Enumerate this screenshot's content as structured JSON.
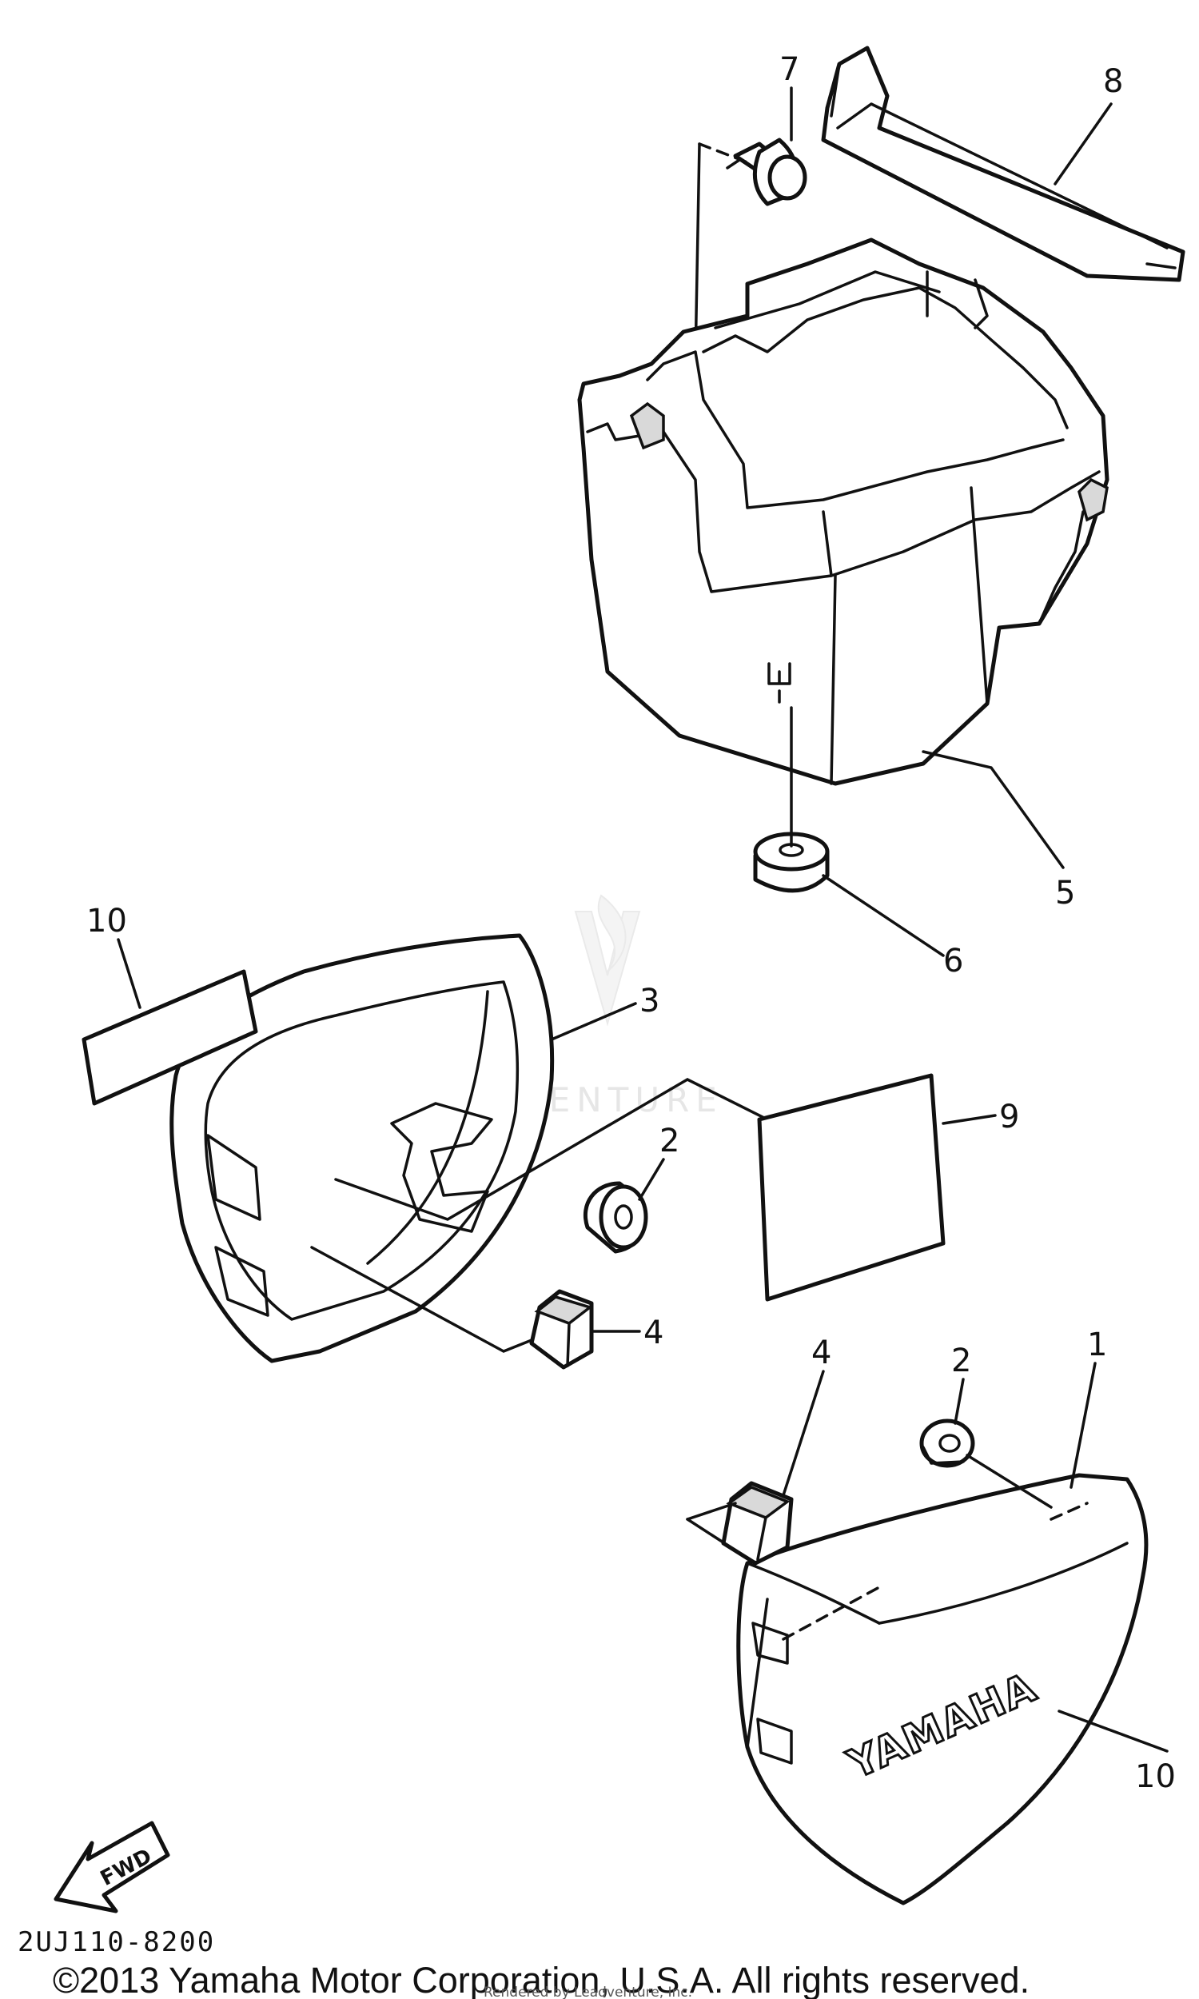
{
  "callouts": {
    "c1": "1",
    "c2a": "2",
    "c2b": "2",
    "c3": "3",
    "c4a": "4",
    "c4b": "4",
    "c5": "5",
    "c6": "6",
    "c7": "7",
    "c8": "8",
    "c9": "9",
    "c10a": "10",
    "c10b": "10"
  },
  "logo_text": "YAMAHA",
  "fwd_label": "FWD",
  "diagram_code": "2UJ110-8200",
  "watermark": "VENTURE",
  "credit": "Rendered by Leadventure, Inc.",
  "copyright": "©2013 Yamaha Motor Corporation, U.S.A. All rights reserved."
}
